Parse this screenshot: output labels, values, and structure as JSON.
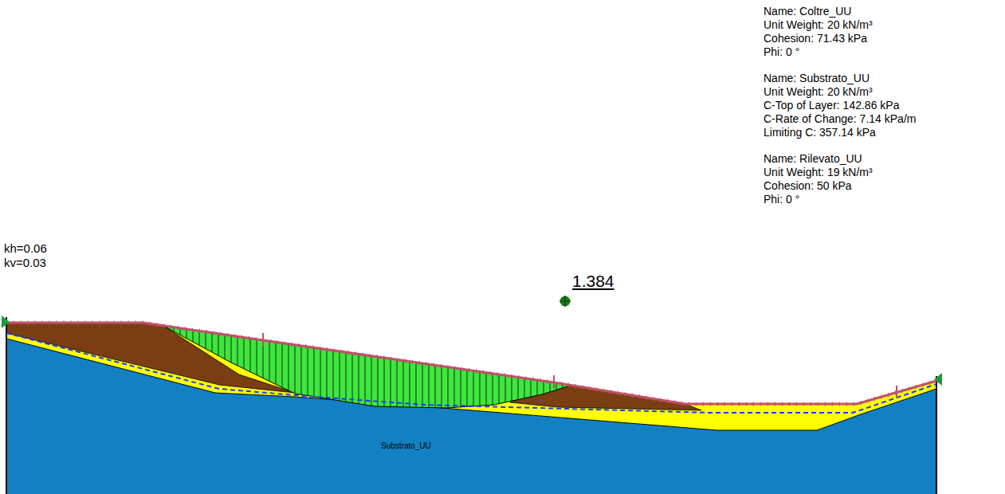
{
  "diagram": {
    "labels": [
      "Name: Coltre_UU",
      "Unit Weight: 20 kN/m³",
      "Cohesion: 71.43 kPa",
      "Phi: 0 °",
      "Name: Substrato_UU",
      "Unit Weight: 20 kN/m³",
      "C-Top of Layer: 142.86 kPa",
      "C-Rate of Change: 7.14 kPa/m",
      "Limiting C: 357.14 kPa",
      "Name: Rilevato_UU",
      "Unit Weight: 19 kN/m³",
      "Cohesion: 50 kPa",
      "Phi: 0 °",
      "kh=0.06",
      "kv=0.03",
      "1.384",
      "Substrato_UU"
    ]
  }
}
